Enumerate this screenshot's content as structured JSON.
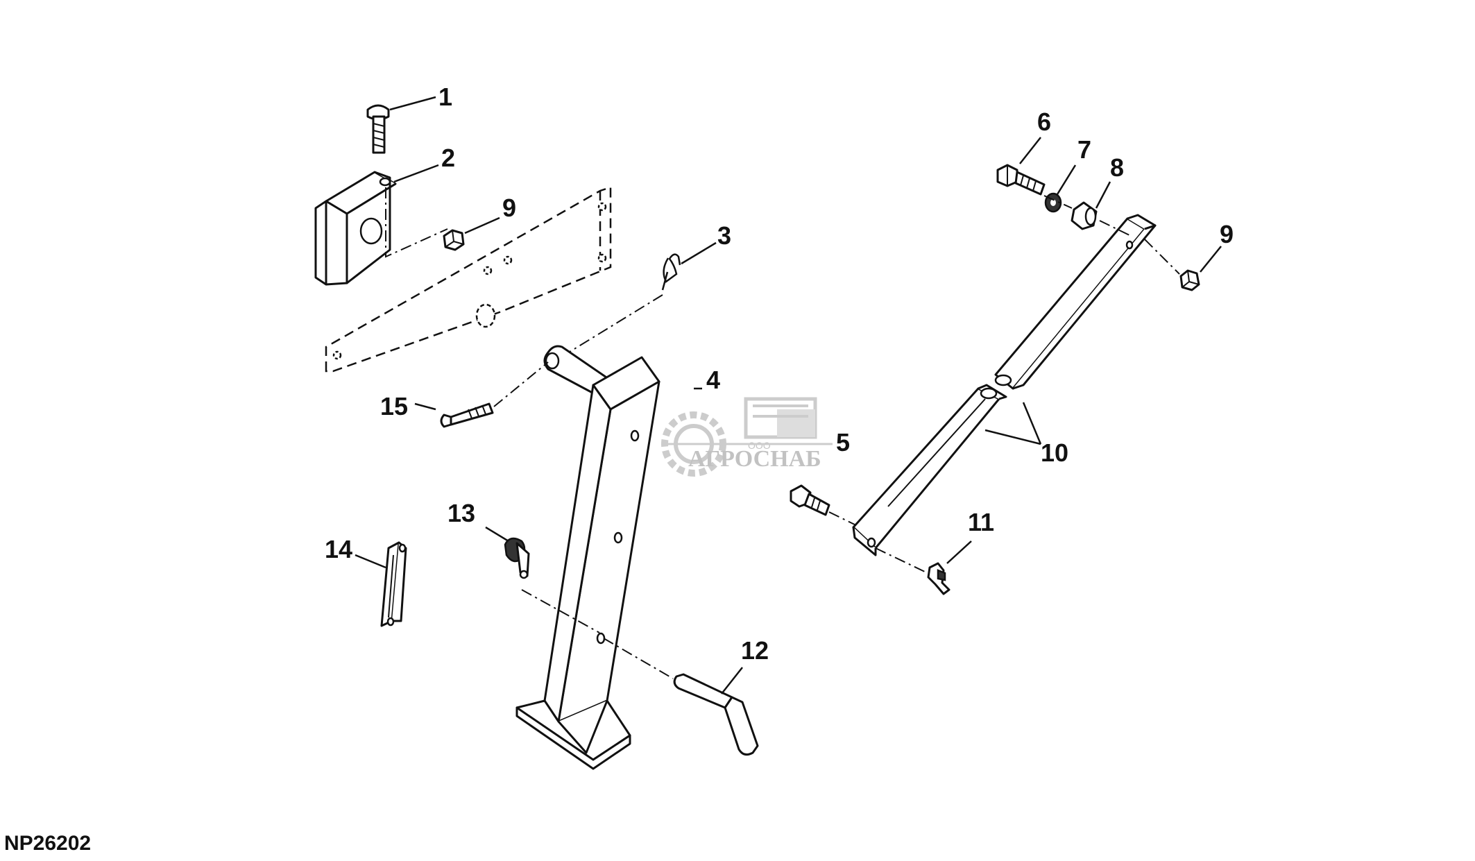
{
  "figure_code": "NP26202",
  "watermark": {
    "text": "АГРОСНАБ",
    "small_text": "ООО"
  },
  "callouts": {
    "c1": "1",
    "c2": "2",
    "c3": "3",
    "c4": "4",
    "c5": "5",
    "c6": "6",
    "c7": "7",
    "c8": "8",
    "c9a": "9",
    "c9b": "9",
    "c10": "10",
    "c11": "11",
    "c12": "12",
    "c13": "13",
    "c14": "14",
    "c15": "15"
  },
  "colors": {
    "line": "#111111",
    "watermark": "#b8b8b8",
    "background": "#ffffff"
  }
}
